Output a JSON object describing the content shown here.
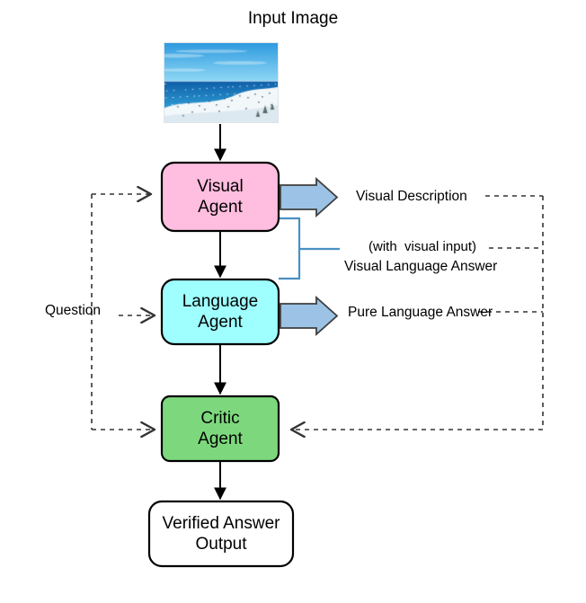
{
  "diagram": {
    "title": "Input Image",
    "nodes": [
      {
        "id": "visual-agent",
        "line1": "Visual",
        "line2": "Agent",
        "color": "#FFBDDF"
      },
      {
        "id": "language-agent",
        "line1": "Language",
        "line2": "Agent",
        "color": "#9FFFFF"
      },
      {
        "id": "critic-agent",
        "line1": "Critic",
        "line2": "Agent",
        "color": "#7DD87D"
      },
      {
        "id": "verified-output",
        "line1": "Verified Answer",
        "line2": "Output",
        "color": "#FFFFFF"
      }
    ],
    "labels": {
      "visual_description": "Visual Description",
      "with_visual_input": "(with  visual input)",
      "visual_language_answer": "Visual Language Answer",
      "pure_language_answer": "Pure Language Answer",
      "question": "Question"
    },
    "colors": {
      "visual_agent_fill": "#FFBDDF",
      "language_agent_fill": "#9FFFFF",
      "critic_agent_fill": "#7DD87D",
      "output_fill": "#FFFFFF",
      "block_arrow_fill": "#9CC3E5",
      "block_arrow_stroke": "#3F3F3F",
      "blue_connector": "#4A90C4",
      "node_stroke": "#000000",
      "dashed_stroke": "#333333",
      "solid_arrow": "#000000",
      "background": "#FFFFFF"
    },
    "thumbnail": {
      "name": "snowy-beach-ocean-photo",
      "description": "Snow covered shoreline with blue ocean and sky",
      "sky_top": "#2F9BDF",
      "sky_bottom": "#8FD8F6",
      "ocean_top": "#0F5FA8",
      "ocean_bottom": "#2E9BD4",
      "snow": "#F2F7FA"
    }
  }
}
